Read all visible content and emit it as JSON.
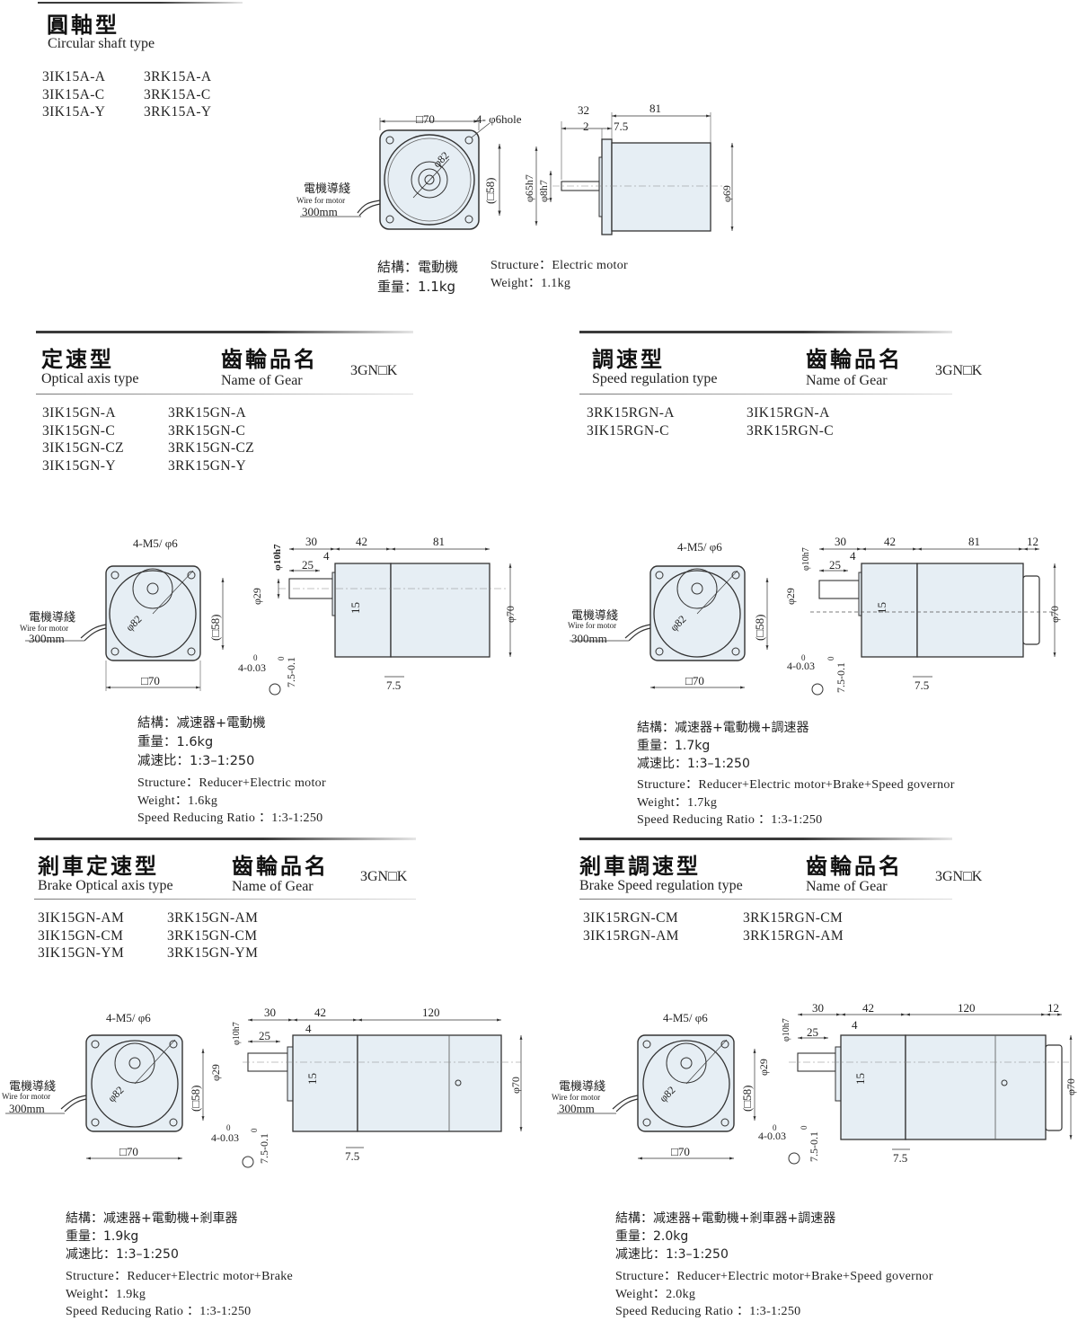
{
  "circular": {
    "title_cn": "圓軸型",
    "title_en": "Circular shaft type",
    "models_col1": [
      "3IK15A-A",
      "3IK15A-C",
      "3IK15A-Y"
    ],
    "models_col2": [
      "3RK15A-A",
      "3RK15A-C",
      "3RK15A-Y"
    ],
    "spec_structure_cn": "結構：電動機",
    "spec_weight_cn": "重量：1.1kg",
    "spec_structure_en": "Structure：Electric motor",
    "spec_weight_en": "Weight：1.1kg",
    "dims": {
      "square": "□70",
      "hole": "4- φ6hole",
      "d58": "(□58)",
      "d82": "φ82",
      "lead_cn": "電機導綫",
      "lead_en": "Wire for motor",
      "lead_len": "300mm",
      "d32": "32",
      "d2": "2",
      "d75": "7.5",
      "d81": "81",
      "d65": "φ65h7",
      "d8": "φ8h7",
      "d69": "φ69"
    }
  },
  "optical": {
    "title_cn": "定速型",
    "title_en": "Optical axis type",
    "gear_cn": "齒輪品名",
    "gear_en": "Name of Gear",
    "gear_code": "3GN□K",
    "models_col1": [
      "3IK15GN-A",
      "3IK15GN-C",
      "3IK15GN-CZ",
      "3IK15GN-Y"
    ],
    "models_col2": [
      "3RK15GN-A",
      "3RK15GN-C",
      "3RK15GN-CZ",
      "3RK15GN-Y"
    ],
    "spec_cn": [
      "結構：减速器+電動機",
      "重量：1.6kg",
      "减速比：1:3–1:250"
    ],
    "spec_en": [
      "Structure：Reducer+Electric motor",
      "Weight：1.6kg",
      "Speed Reducing Ratio ：1:3-1:250"
    ],
    "dims": {
      "m5": "4-M5/ φ6",
      "d30": "30",
      "d42": "42",
      "d81": "81",
      "d25": "25",
      "d4": "4",
      "d10": "φ10h7",
      "d29": "φ29",
      "d15": "15",
      "d70": "φ70",
      "d58": "(□58)",
      "d82": "φ82",
      "sq70": "□70",
      "key": "4-0.03",
      "key0": "0",
      "depth": "7.5-0.1",
      "depth0": "0",
      "d75": "7.5",
      "lead_cn": "電機導綫",
      "lead_en": "Wire for motor",
      "lead_len": "300mm"
    }
  },
  "speed": {
    "title_cn": "調速型",
    "title_en": "Speed regulation type",
    "gear_cn": "齒輪品名",
    "gear_en": "Name of Gear",
    "gear_code": "3GN□K",
    "models_col1": [
      "3RK15RGN-A",
      "3IK15RGN-C"
    ],
    "models_col2": [
      "3IK15RGN-A",
      "3RK15RGN-C"
    ],
    "spec_cn": [
      "結構：减速器+電動機+調速器",
      "重量：1.7kg",
      "减速比：1:3–1:250"
    ],
    "spec_en": [
      "Structure：Reducer+Electric motor+Brake+Speed governor",
      "Weight：1.7kg",
      "Speed Reducing Ratio ：1:3-1:250"
    ],
    "dims": {
      "m5": "4-M5/ φ6",
      "d30": "30",
      "d42": "42",
      "d81": "81",
      "d12": "12",
      "d25": "25",
      "d4": "4",
      "d10": "φ10h7",
      "d29": "φ29",
      "d15": "15",
      "d70": "φ70",
      "d58": "(□58)",
      "d82": "φ82",
      "sq70": "□70",
      "key": "4-0.03",
      "key0": "0",
      "depth": "7.5-0.1",
      "depth0": "0",
      "d75": "7.5",
      "lead_cn": "電機導綫",
      "lead_en": "Wire for motor",
      "lead_len": "300mm"
    }
  },
  "brake_optical": {
    "title_cn": "剎車定速型",
    "title_en": "Brake Optical axis type",
    "gear_cn": "齒輪品名",
    "gear_en": "Name of Gear",
    "gear_code": "3GN□K",
    "models_col1": [
      "3IK15GN-AM",
      "3IK15GN-CM",
      "3IK15GN-YM"
    ],
    "models_col2": [
      "3RK15GN-AM",
      "3RK15GN-CM",
      "3RK15GN-YM"
    ],
    "spec_cn": [
      "結構：减速器+電動機+剎車器",
      "重量：1.9kg",
      "减速比：1:3–1:250"
    ],
    "spec_en": [
      "Structure：Reducer+Electric motor+Brake",
      "Weight：1.9kg",
      "Speed Reducing Ratio ：1:3-1:250"
    ],
    "dims": {
      "m5": "4-M5/ φ6",
      "d30": "30",
      "d42": "42",
      "d120": "120",
      "d25": "25",
      "d4": "4",
      "d10": "φ10h7",
      "d29": "φ29",
      "d15": "15",
      "d70": "φ70",
      "d58": "(□58)",
      "d82": "φ82",
      "sq70": "□70",
      "key": "4-0.03",
      "key0": "0",
      "depth": "7.5-0.1",
      "depth0": "0",
      "d75": "7.5",
      "lead_cn": "電機導綫",
      "lead_en": "Wire for motor",
      "lead_len": "300mm"
    }
  },
  "brake_speed": {
    "title_cn": "剎車調速型",
    "title_en": "Brake Speed regulation type",
    "gear_cn": "齒輪品名",
    "gear_en": "Name of Gear",
    "gear_code": "3GN□K",
    "models_col1": [
      "3IK15RGN-CM",
      "3IK15RGN-AM"
    ],
    "models_col2": [
      "3RK15RGN-CM",
      "3RK15RGN-AM"
    ],
    "spec_cn": [
      "結構：减速器+電動機+剎車器+調速器",
      "重量：2.0kg",
      "减速比：1:3–1:250"
    ],
    "spec_en": [
      "Structure：Reducer+Electric motor+Brake+Speed governor",
      "Weight：2.0kg",
      "Speed Reducing Ratio ：1:3-1:250"
    ],
    "dims": {
      "m5": "4-M5/ φ6",
      "d30": "30",
      "d42": "42",
      "d120": "120",
      "d12": "12",
      "d25": "25",
      "d4": "4",
      "d10": "φ10h7",
      "d29": "φ29",
      "d15": "15",
      "d70": "φ70",
      "d58": "(□58)",
      "d82": "φ82",
      "sq70": "□70",
      "key": "4-0.03",
      "key0": "0",
      "depth": "7.5-0.1",
      "depth0": "0",
      "d75": "7.5",
      "lead_cn": "電機導綫",
      "lead_en": "Wire for motor",
      "lead_len": "300mm"
    }
  },
  "colors": {
    "body_fill": "#e6eef4",
    "line": "#333333",
    "rule": "#3a3a3a"
  }
}
